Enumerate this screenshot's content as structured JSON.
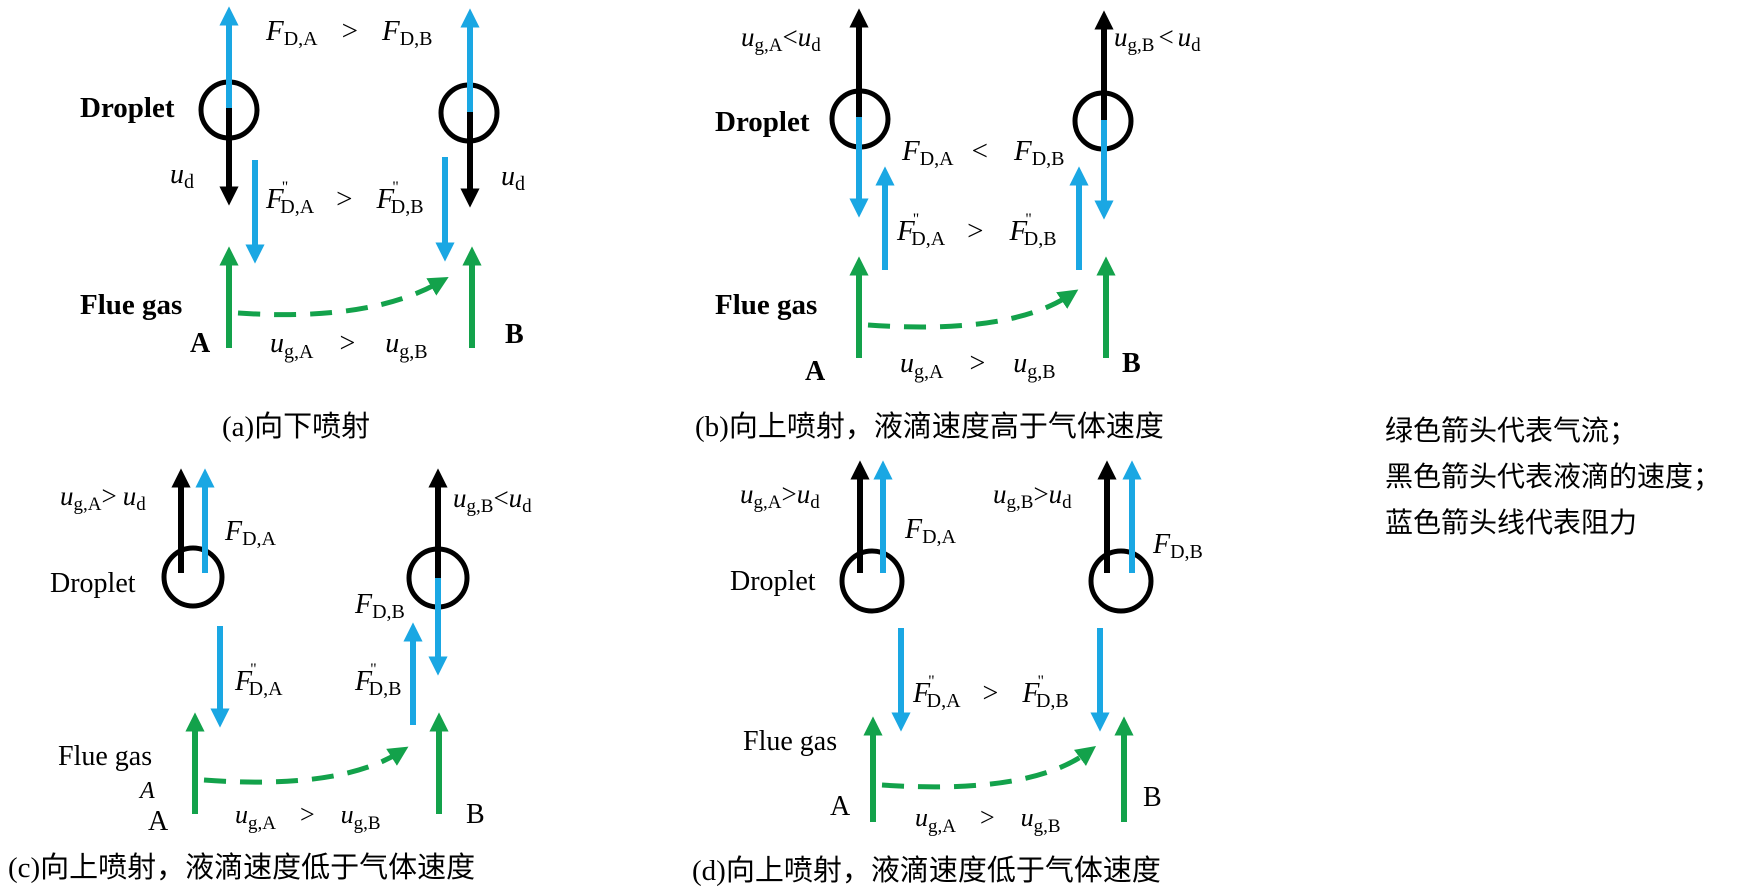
{
  "colors": {
    "gas_flow": "#13a24b",
    "droplet_velocity": "#000000",
    "drag_force": "#1aa7e3"
  },
  "legend": {
    "items": [
      "绿色箭头代表气流；",
      "黑色箭头代表液滴的速度；",
      "蓝色箭头线代表阻力"
    ]
  },
  "labels": {
    "droplet": "Droplet",
    "flue_gas": "Flue gas",
    "point_a": "A",
    "point_b": "B",
    "stray_a": "A"
  },
  "panels": [
    {
      "id": "a",
      "caption": "(a)向下喷射",
      "relation_top": {
        "left": "F",
        "left_sub": "D,A",
        "op": ">",
        "right": "F",
        "right_sub": "D,B"
      },
      "relation_mid": {
        "left": "F",
        "left_sub": "D,A",
        "op": ">",
        "right": "F",
        "right_sub": "D,B",
        "prime": "\""
      },
      "relation_bottom": {
        "left": "u",
        "left_sub": "g,A",
        "op": ">",
        "right": "u",
        "right_sub": "g,B"
      },
      "velocity_label_a": {
        "main": "u",
        "sub": "d"
      },
      "velocity_label_b": {
        "main": "u",
        "sub": "d"
      }
    },
    {
      "id": "b",
      "caption": "(b)向上喷射，液滴速度高于气体速度",
      "relation_top": {
        "left": "F",
        "left_sub": "D,A",
        "op": "<",
        "right": "F",
        "right_sub": "D,B"
      },
      "relation_mid": {
        "left": "F",
        "left_sub": "D,A",
        "op": ">",
        "right": "F",
        "right_sub": "D,B",
        "prime": "\""
      },
      "relation_bottom": {
        "left": "u",
        "left_sub": "g,A",
        "op": ">",
        "right": "u",
        "right_sub": "g,B"
      },
      "velocity_label_a": {
        "left": "u",
        "left_sub": "g,A",
        "op": "<",
        "right": "u",
        "right_sub": "d"
      },
      "velocity_label_b": {
        "left": "u",
        "left_sub": "g,B",
        "op": "<",
        "right": "u",
        "right_sub": "d"
      }
    },
    {
      "id": "c",
      "caption": "(c)向上喷射，液滴速度低于气体速度",
      "force_a": {
        "main": "F",
        "sub": "D,A"
      },
      "force_b": {
        "main": "F",
        "sub": "D,B"
      },
      "force_mid_a": {
        "main": "F",
        "sub": "D,A",
        "prime": "\""
      },
      "force_mid_b": {
        "main": "F",
        "sub": "D,B",
        "prime": "\""
      },
      "relation_bottom": {
        "left": "u",
        "left_sub": "g,A",
        "op": ">",
        "right": "u",
        "right_sub": "g,B"
      },
      "velocity_label_a": {
        "left": "u",
        "left_sub": "g,A",
        "op": ">",
        "right": "u",
        "right_sub": "d"
      },
      "velocity_label_b": {
        "left": "u",
        "left_sub": "g,B",
        "op": "<",
        "right": "u",
        "right_sub": "d"
      }
    },
    {
      "id": "d",
      "caption": "(d)向上喷射，液滴速度低于气体速度",
      "force_a": {
        "main": "F",
        "sub": "D,A"
      },
      "force_b": {
        "main": "F",
        "sub": "D,B"
      },
      "relation_mid": {
        "left": "F",
        "left_sub": "D,A",
        "op": ">",
        "right": "F",
        "right_sub": "D,B",
        "prime": "\""
      },
      "relation_bottom": {
        "left": "u",
        "left_sub": "g,A",
        "op": ">",
        "right": "u",
        "right_sub": "g,B"
      },
      "velocity_label_a": {
        "left": "u",
        "left_sub": "g,A",
        "op": ">",
        "right": "u",
        "right_sub": "d"
      },
      "velocity_label_b": {
        "left": "u",
        "left_sub": "g,B",
        "op": ">",
        "right": "u",
        "right_sub": "d"
      }
    }
  ]
}
